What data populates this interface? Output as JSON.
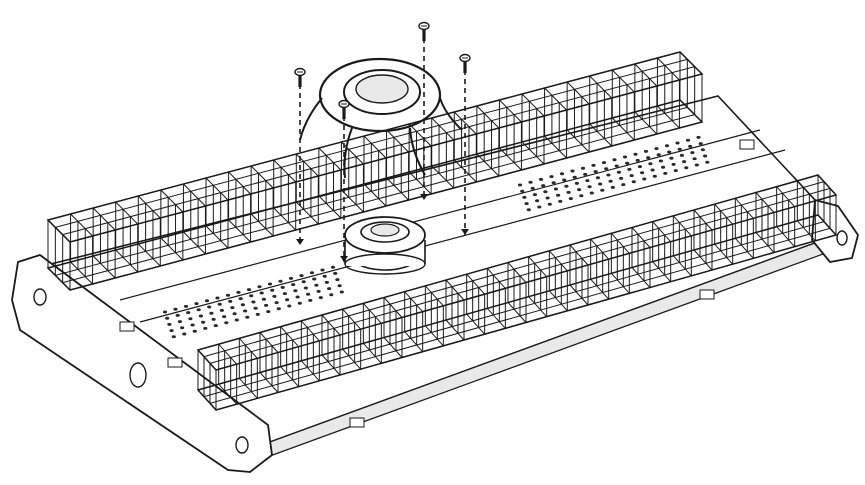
{
  "diagram": {
    "kind": "exploded-assembly-line-drawing",
    "parts": [
      "wire-basket-rack",
      "rack-base-plate",
      "end-cap-left",
      "end-cap-right",
      "center-hub",
      "wire-handle-ring",
      "screw"
    ],
    "screw_count": 4,
    "colors": {
      "stroke": "#1a1a1a",
      "fill": "#ffffff",
      "shade": "#e9e9e9",
      "dark": "#2a2a2a"
    }
  }
}
